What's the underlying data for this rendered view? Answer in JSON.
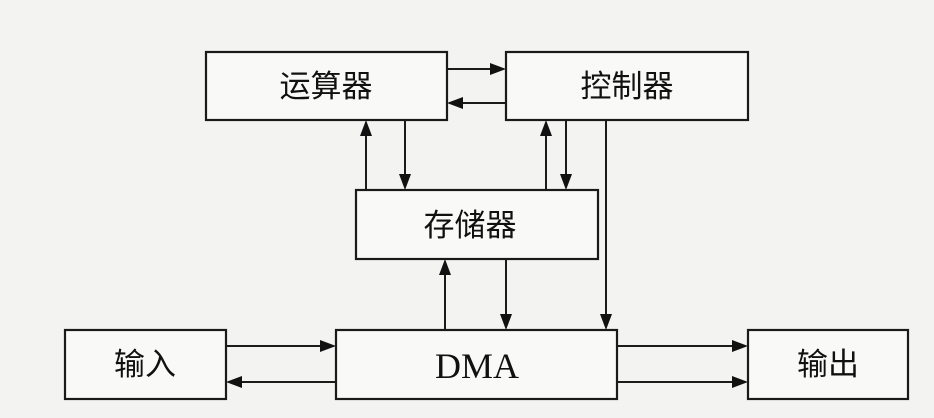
{
  "diagram": {
    "title": "",
    "nodes": [
      {
        "id": "alu",
        "label": "运算器"
      },
      {
        "id": "controller",
        "label": "控制器"
      },
      {
        "id": "memory",
        "label": "存储器"
      },
      {
        "id": "input",
        "label": "输入"
      },
      {
        "id": "dma",
        "label": "DMA"
      },
      {
        "id": "output",
        "label": "输出"
      }
    ],
    "edges": [
      {
        "from": "alu",
        "to": "controller"
      },
      {
        "from": "controller",
        "to": "alu"
      },
      {
        "from": "memory",
        "to": "alu"
      },
      {
        "from": "alu",
        "to": "memory"
      },
      {
        "from": "memory",
        "to": "controller"
      },
      {
        "from": "controller",
        "to": "memory"
      },
      {
        "from": "controller",
        "to": "dma"
      },
      {
        "from": "dma",
        "to": "memory"
      },
      {
        "from": "memory",
        "to": "dma"
      },
      {
        "from": "input",
        "to": "dma"
      },
      {
        "from": "dma",
        "to": "input"
      },
      {
        "from": "dma",
        "to": "output"
      },
      {
        "from": "dma",
        "to": "output"
      }
    ]
  }
}
